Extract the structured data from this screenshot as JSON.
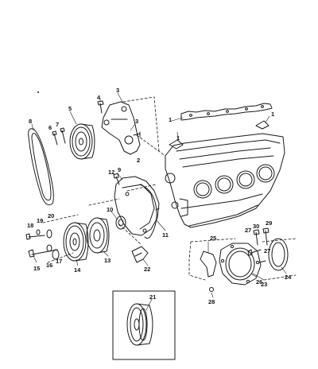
{
  "callouts": [
    "1",
    "1",
    "1",
    "2",
    "3",
    "3",
    "4",
    "5",
    "6",
    "7",
    "8",
    "9",
    "10",
    "11",
    "12",
    "13",
    "14",
    "15",
    "16",
    "17",
    "18",
    "19",
    "20",
    "21",
    "22",
    "23",
    "24",
    "25",
    "26",
    "27",
    "27",
    "28",
    "29",
    "30"
  ]
}
